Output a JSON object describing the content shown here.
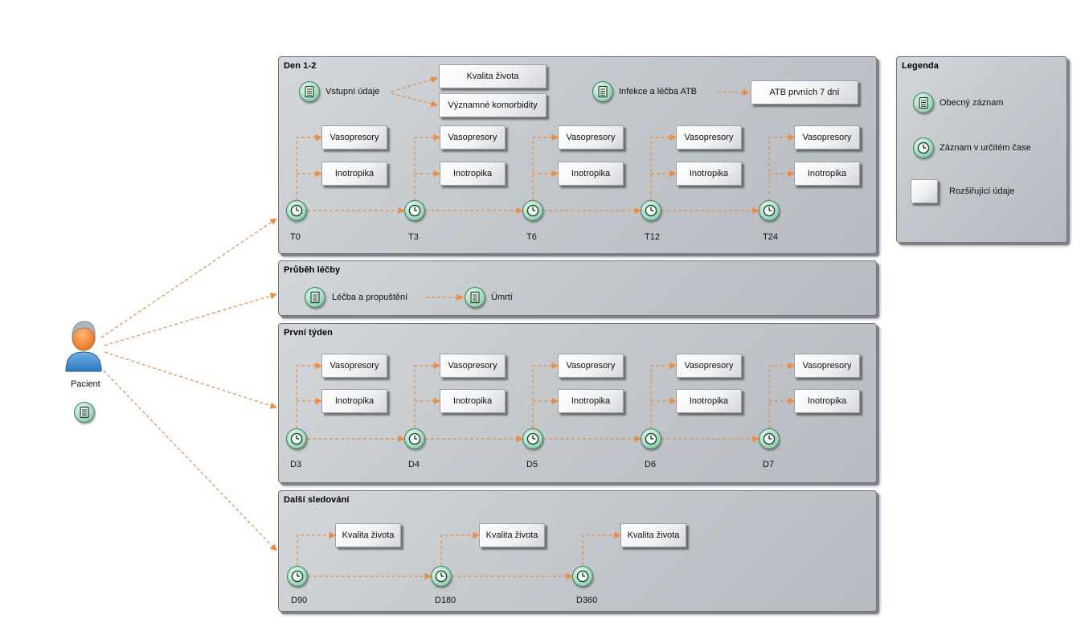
{
  "patient": {
    "label": "Pacient"
  },
  "legend": {
    "title": "Legenda",
    "items": [
      {
        "label": "Obecný záznam",
        "icon": "document-icon"
      },
      {
        "label": "Záznam v určitém čase",
        "icon": "clock-icon"
      },
      {
        "label": "Rozšiřující údaje",
        "icon": "extension-box"
      }
    ]
  },
  "sections": [
    {
      "title": "Den 1-2",
      "records": [
        {
          "label": "Vstupní údaje",
          "targets": [
            "Kvalita života",
            "Významné komorbidity"
          ]
        },
        {
          "label": "Infekce a léčba ATB",
          "targets": [
            "ATB prvních 7 dní"
          ]
        }
      ],
      "timepoints": [
        {
          "label": "T0",
          "boxes": [
            "Vasopresory",
            "Inotropika"
          ]
        },
        {
          "label": "T3",
          "boxes": [
            "Vasopresory",
            "Inotropika"
          ]
        },
        {
          "label": "T6",
          "boxes": [
            "Vasopresory",
            "Inotropika"
          ]
        },
        {
          "label": "T12",
          "boxes": [
            "Vasopresory",
            "Inotropika"
          ]
        },
        {
          "label": "T24",
          "boxes": [
            "Vasopresory",
            "Inotropika"
          ]
        }
      ]
    },
    {
      "title": "Průběh léčby",
      "records": [
        {
          "label": "Léčba a propuštění"
        },
        {
          "label": "Úmrtí"
        }
      ]
    },
    {
      "title": "První týden",
      "timepoints": [
        {
          "label": "D3",
          "boxes": [
            "Vasopresory",
            "Inotropika"
          ]
        },
        {
          "label": "D4",
          "boxes": [
            "Vasopresory",
            "Inotropika"
          ]
        },
        {
          "label": "D5",
          "boxes": [
            "Vasopresory",
            "Inotropika"
          ]
        },
        {
          "label": "D6",
          "boxes": [
            "Vasopresory",
            "Inotropika"
          ]
        },
        {
          "label": "D7",
          "boxes": [
            "Vasopresory",
            "Inotropika"
          ]
        }
      ]
    },
    {
      "title": "Další sledování",
      "timepoints": [
        {
          "label": "D90",
          "boxes": [
            "Kvalita života"
          ]
        },
        {
          "label": "D180",
          "boxes": [
            "Kvalita života"
          ]
        },
        {
          "label": "D360",
          "boxes": [
            "Kvalita života"
          ]
        }
      ]
    }
  ],
  "colors": {
    "connector": "#f08a3c",
    "node_fill": "#b7e8cd",
    "node_border": "#4a7c61",
    "panel": "#c6cbd0"
  }
}
